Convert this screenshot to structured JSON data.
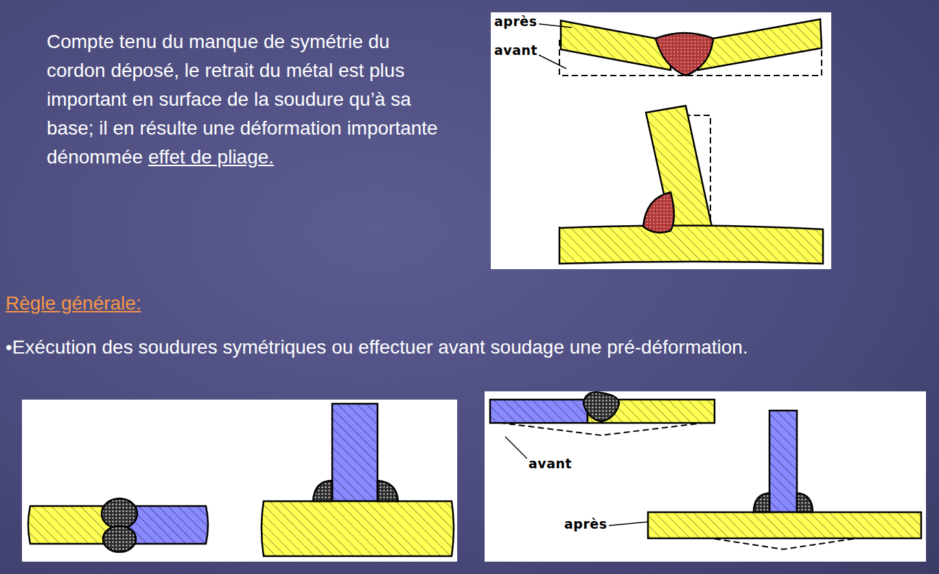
{
  "diagram": {
    "labels": [
      "Compte tenu du manque de symétrie du cordon déposé, le retrait du métal est plus important en surface de la soudure qu’à sa base; il en résulte une déformation importante dénommée",
      "effet de pliage.",
      "après",
      "avant",
      "Règle générale:",
      "•Exécution des soudures symétriques ou effectuer avant soudage une pré-déformation.",
      "avant",
      "après"
    ]
  }
}
